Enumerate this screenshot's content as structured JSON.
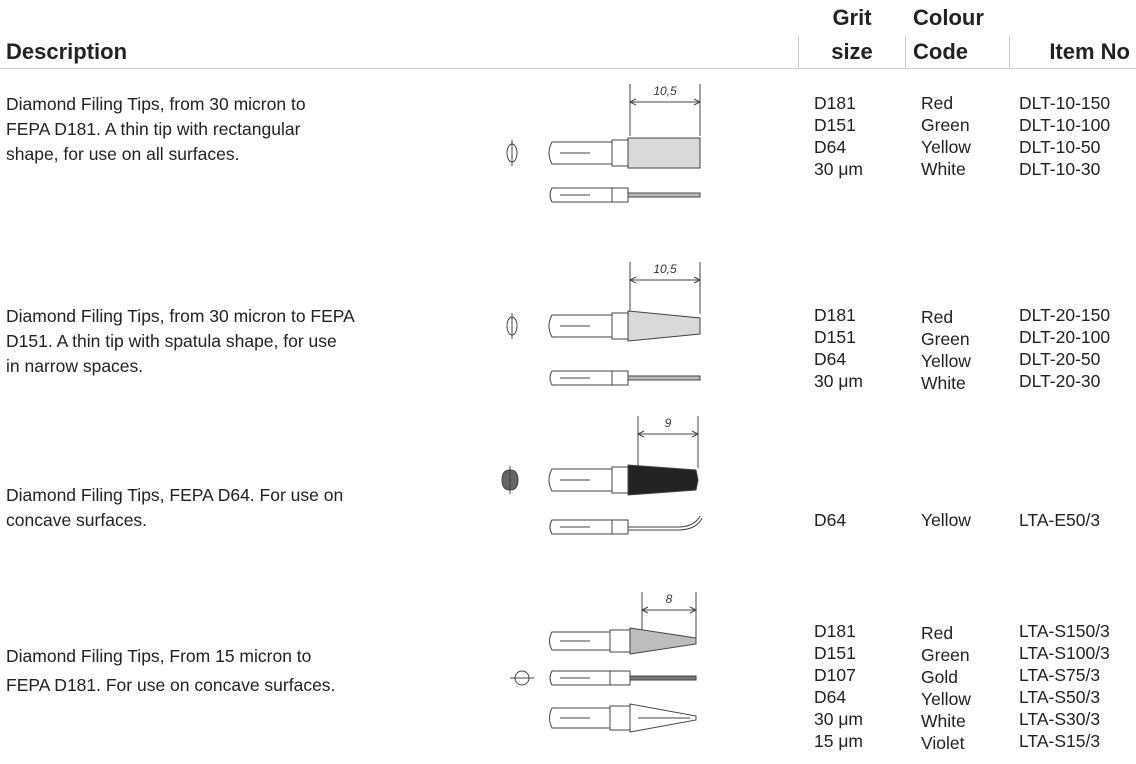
{
  "header": {
    "description": "Description",
    "grit_line1": "Grit",
    "grit_line2": "size",
    "colour_line1": "Colour",
    "colour_line2": "Code",
    "item_no": "Item No"
  },
  "rows": [
    {
      "description_lines": [
        "Diamond Filing Tips, from 30 micron to",
        "FEPA D181. A thin tip with rectangular",
        "shape, for use on all surfaces."
      ],
      "dimension": "10,5",
      "grit": [
        "D181",
        "D151",
        "D64",
        "30 μm"
      ],
      "colour": [
        "Red",
        "Green",
        "Yellow",
        "White"
      ],
      "item": [
        "DLT-10-150",
        "DLT-10-100",
        "DLT-10-50",
        "DLT-10-30"
      ]
    },
    {
      "description_lines": [
        "Diamond Filing Tips, from 30 micron to FEPA",
        "D151. A thin tip with spatula shape, for use",
        "in narrow spaces."
      ],
      "dimension": "10,5",
      "grit": [
        "D181",
        "D151",
        "D64",
        "30 μm"
      ],
      "colour": [
        "Red",
        "Green",
        "Yellow",
        "White"
      ],
      "item": [
        "DLT-20-150",
        "DLT-20-100",
        "DLT-20-50",
        "DLT-20-30"
      ]
    },
    {
      "description_lines": [
        "Diamond Filing Tips, FEPA D64. For use on",
        "concave surfaces."
      ],
      "dimension": "9",
      "grit": [
        "D64"
      ],
      "colour": [
        "Yellow"
      ],
      "item": [
        "LTA-E50/3"
      ]
    },
    {
      "description_lines": [
        "Diamond Filing Tips, From 15 micron to",
        "FEPA D181. For use on concave surfaces."
      ],
      "dimension": "8",
      "grit": [
        "D181",
        "D151",
        "D107",
        "D64",
        "30 μm",
        "15 μm"
      ],
      "colour": [
        "Red",
        "Green",
        "Gold",
        "Yellow",
        "White",
        "Violet"
      ],
      "item": [
        "LTA-S150/3",
        "LTA-S100/3",
        "LTA-S75/3",
        "LTA-S50/3",
        "LTA-S30/3",
        "LTA-S15/3"
      ]
    }
  ]
}
